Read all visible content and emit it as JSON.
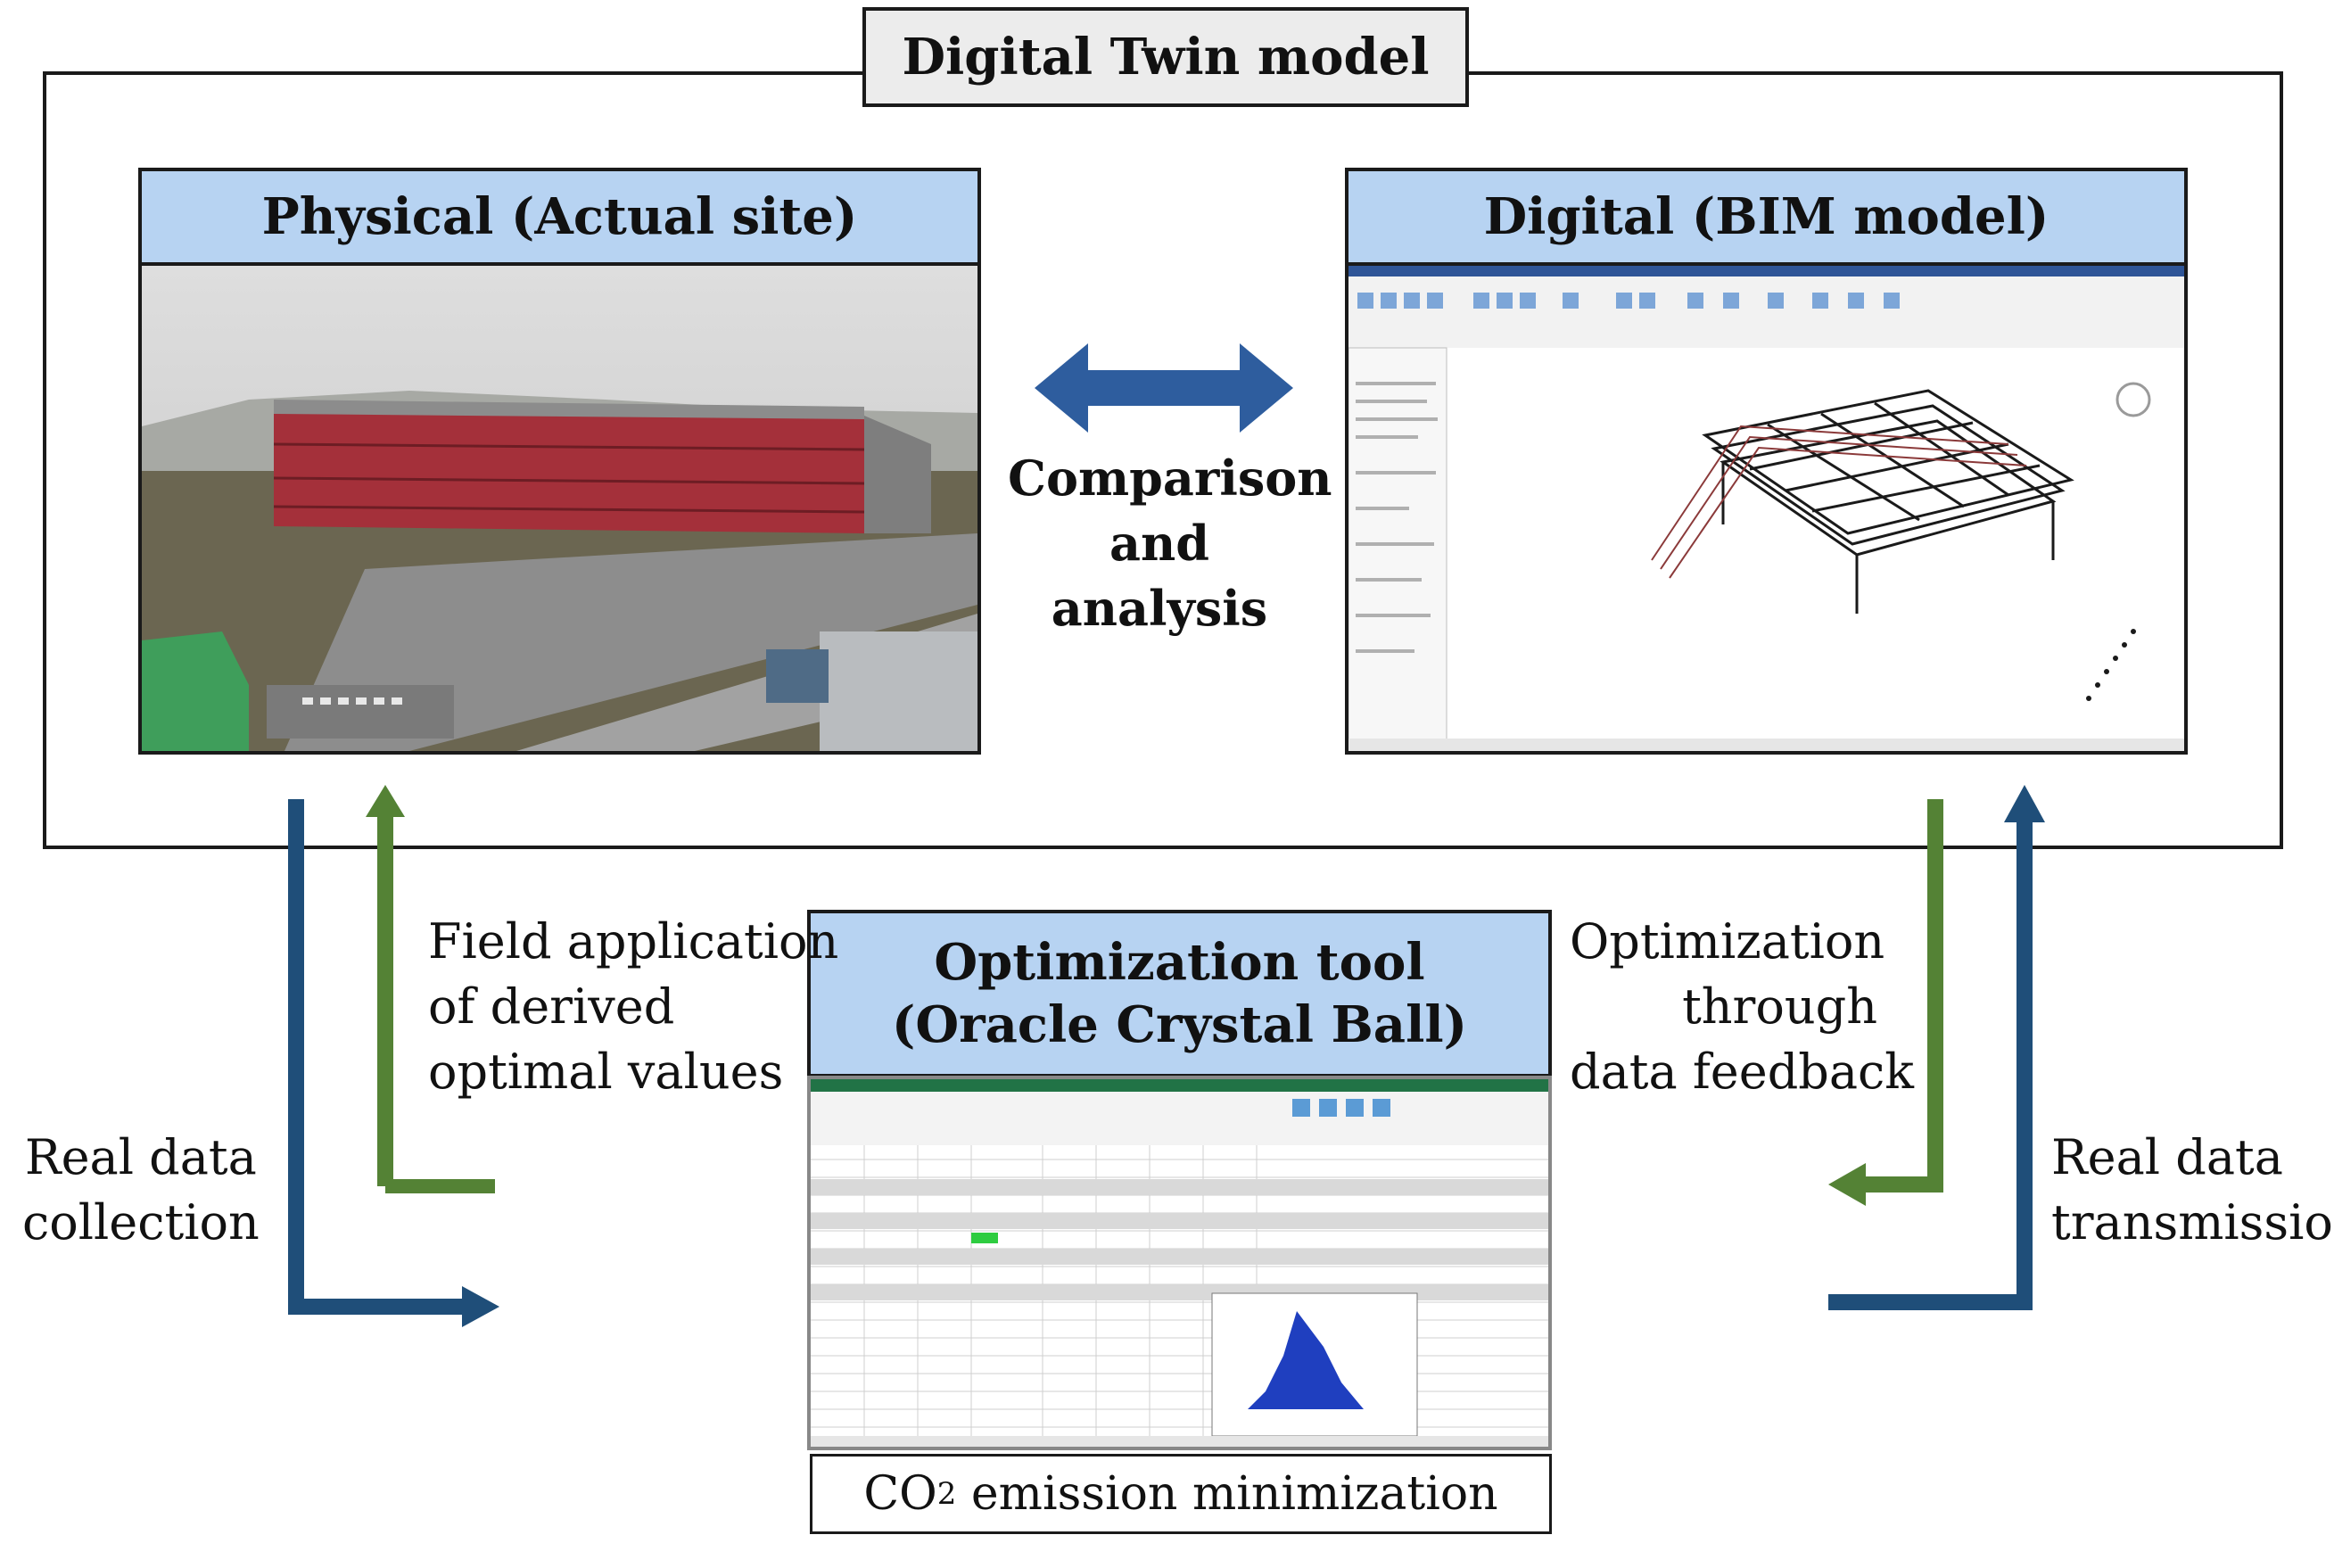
{
  "digital_twin": {
    "title": "Digital Twin model"
  },
  "physical": {
    "heading": "Physical (Actual site)"
  },
  "digital": {
    "heading": "Digital (BIM model)"
  },
  "center": {
    "lines": [
      "Comparison",
      "and",
      "analysis"
    ]
  },
  "optimization_tool": {
    "heading_lines": [
      "Optimization tool",
      "(Oracle Crystal Ball)"
    ]
  },
  "co2": {
    "prefix": "CO",
    "subscript": "2",
    "suffix": " emission minimization"
  },
  "labels": {
    "field_application": [
      "Field application",
      "of derived",
      "optimal values"
    ],
    "real_data_collection": [
      "Real data",
      "collection"
    ],
    "optimization_feedback": [
      "Optimization",
      "through",
      "data feedback"
    ],
    "real_data_transmission": [
      "Real data",
      "transmission"
    ]
  },
  "colors": {
    "header_fill": "#b7d3f2",
    "arrow_blue": "#1f4e79",
    "arrow_green": "#548235",
    "center_arrow": "#2e5d9e"
  }
}
